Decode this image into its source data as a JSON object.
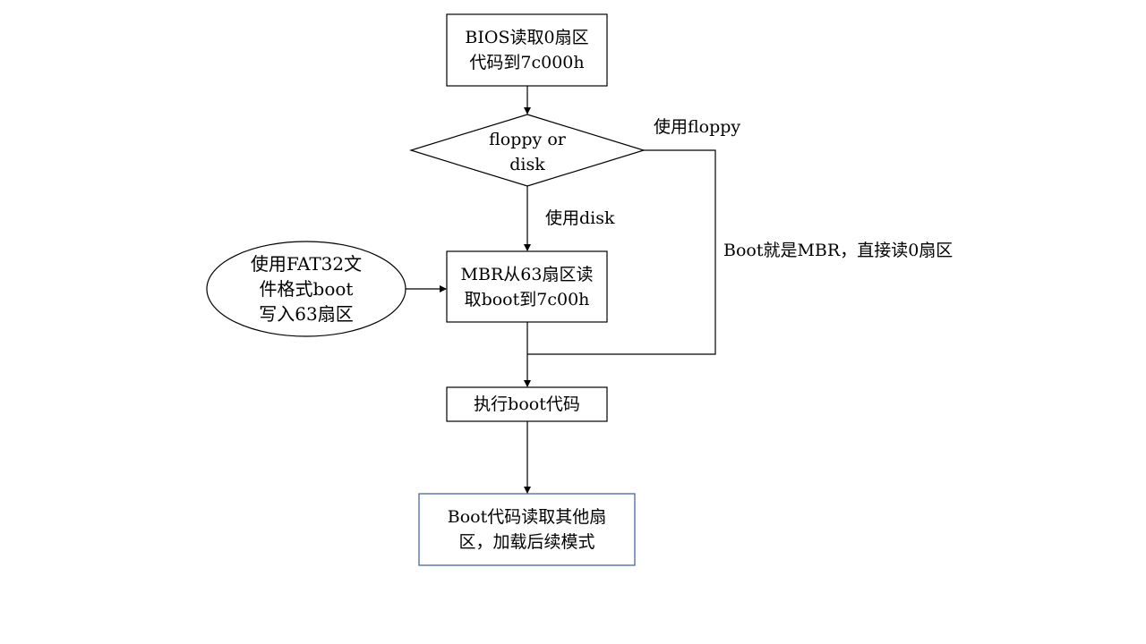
{
  "nodes": {
    "bios_read": {
      "text": "BIOS读取0扇区\n代码到7c000h"
    },
    "floppy_or_disk": {
      "text": "floppy or\ndisk"
    },
    "fat32_write": {
      "text": "使用FAT32文\n件格式boot\n写入63扇区"
    },
    "mbr_read": {
      "text": "MBR从63扇区读\n取boot到7c00h"
    },
    "exec_boot": {
      "text": "执行boot代码"
    },
    "boot_load": {
      "text": "Boot代码读取其他扇\n区，加载后续模式"
    }
  },
  "edges": {
    "use_floppy": "使用floppy",
    "use_disk": "使用disk",
    "boot_is_mbr": "Boot就是MBR，直接读0扇区"
  },
  "colors": {
    "stroke": "#000000",
    "highlight_border": "#3b5b9a",
    "background": "#ffffff"
  }
}
